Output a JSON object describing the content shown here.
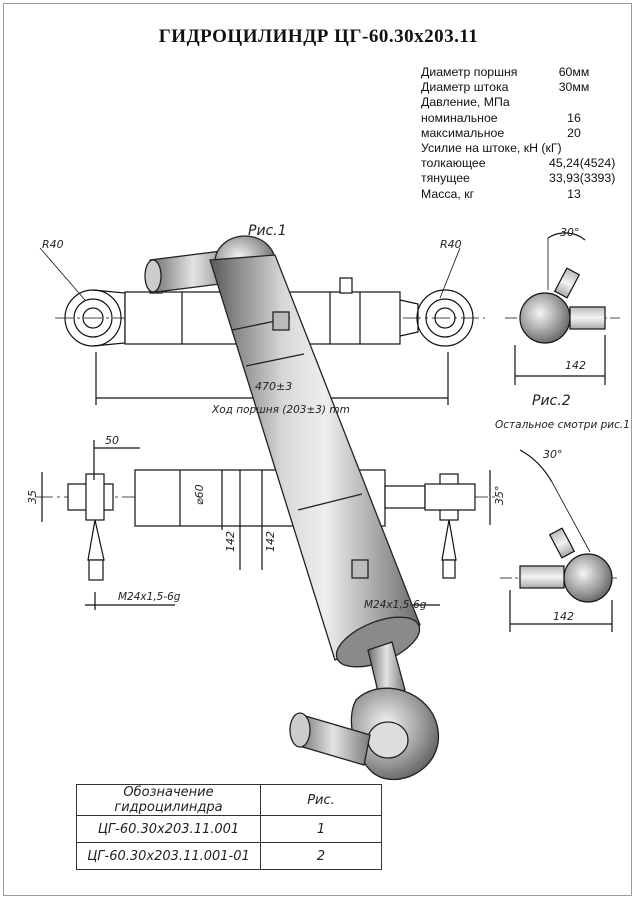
{
  "title": "ГИДРОЦИЛИНДР ЦГ-60.30х203.11",
  "specs": [
    {
      "label": "Диаметр поршня",
      "value": "60мм"
    },
    {
      "label": "Диаметр штока",
      "value": "30мм"
    },
    {
      "label": "Давление, МПа",
      "value": ""
    },
    {
      "label": "номинальное",
      "value": "16"
    },
    {
      "label": "максимальное",
      "value": "20"
    },
    {
      "label": "Усилие на штоке, кН (кГ)",
      "value": ""
    },
    {
      "label": "толкающее",
      "value": "45,24(4524)"
    },
    {
      "label": "тянущее",
      "value": "33,93(3393)"
    },
    {
      "label": "Масса, кг",
      "value": "13"
    }
  ],
  "dims": {
    "fig1": "Рис.1",
    "fig2": "Рис.2",
    "r40_left": "R40",
    "r40_right": "R40",
    "len": "470±3",
    "stroke": "Ход поршня (203±3) mm",
    "w50": "50",
    "h35_left": "35",
    "h35_right": "35°",
    "d60": "⌀60",
    "h142_a": "142",
    "h142_b": "142",
    "thread_left": "M24x1,5-6g",
    "thread_right": "M24x1,5-6g",
    "angle_top": "30°",
    "angle_bottom": "30°",
    "w142_top": "142",
    "w142_bottom": "142",
    "note": "Остальное смотри рис.1"
  },
  "table": {
    "headers": [
      "Обозначение гидроцилиндра",
      "Рис."
    ],
    "rows": [
      [
        "ЦГ-60.30х203.11.001",
        "1"
      ],
      [
        "ЦГ-60.30х203.11.001-01",
        "2"
      ]
    ]
  }
}
